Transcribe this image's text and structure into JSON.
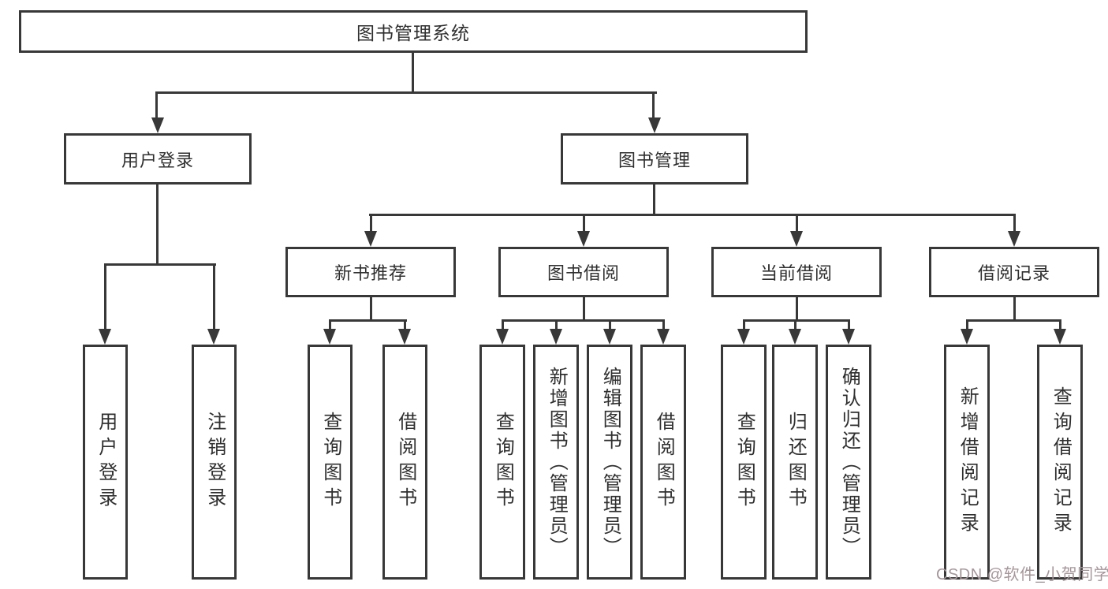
{
  "diagram": {
    "root": {
      "label": "图书管理系统"
    },
    "level1": [
      {
        "label": "用户登录"
      },
      {
        "label": "图书管理"
      }
    ],
    "level2": [
      {
        "label": "新书推荐"
      },
      {
        "label": "图书借阅"
      },
      {
        "label": "当前借阅"
      },
      {
        "label": "借阅记录"
      }
    ],
    "leaves": {
      "login": [
        "用户登录",
        "注销登录"
      ],
      "recommend": [
        "查询图书",
        "借阅图书"
      ],
      "borrow": [
        "查询图书",
        "新增图书（管理员）",
        "编辑图书（管理员）",
        "借阅图书"
      ],
      "current": [
        "查询图书",
        "归还图书",
        "确认归还（管理员）"
      ],
      "records": [
        "新增借阅记录",
        "查询借阅记录"
      ]
    }
  },
  "watermark": {
    "text": "CSDN @软件_小贺同学"
  },
  "colors": {
    "line": "#383838",
    "background": "#ffffff",
    "watermark": "#a59599"
  }
}
